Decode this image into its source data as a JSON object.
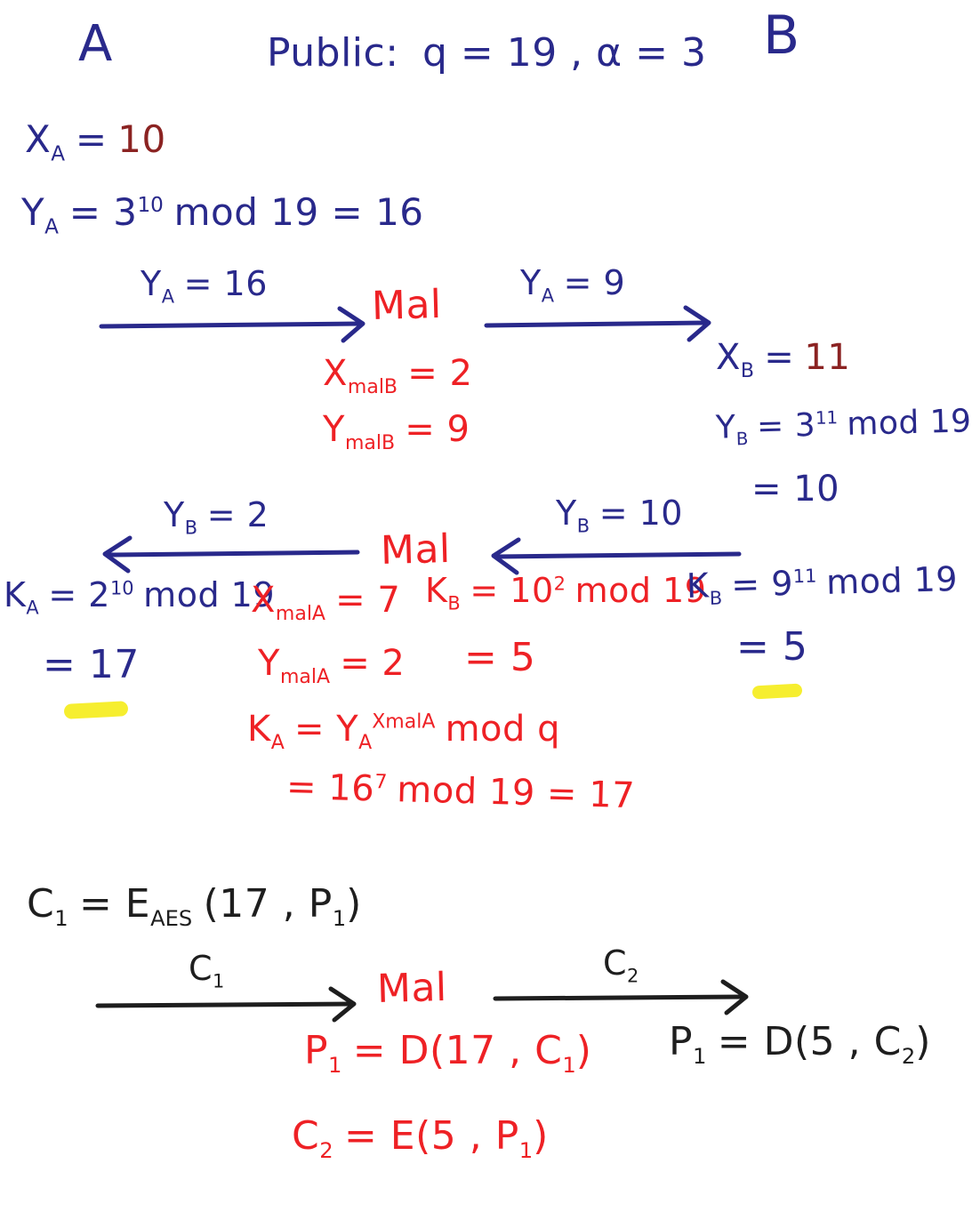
{
  "colors": {
    "ink_blue": "#29298b",
    "ink_red": "#ee2125",
    "ink_maroon": "#8b2322",
    "ink_black": "#1e1e1e",
    "highlight_yellow": "#f6ee2f"
  },
  "header": {
    "party_a": "A",
    "public_prefix": "Public:",
    "public_params": "q = 19 , α = 3",
    "party_b": "B"
  },
  "alice": {
    "xa_base": "X",
    "xa_sub": "A",
    "xa_eq": "=",
    "xa_val": "10",
    "ya_base": "Y",
    "ya_sub": "A",
    "ya_eq": "= 3",
    "ya_exp": "10",
    "ya_rest": "mod 19 = 16",
    "ka_base": "K",
    "ka_sub": "A",
    "ka_eq": "= 2",
    "ka_exp": "10",
    "ka_rest": "mod 19",
    "ka_result": "= 17"
  },
  "bob": {
    "xb_base": "X",
    "xb_sub": "B",
    "xb_eq": "=",
    "xb_val": "11",
    "yb_base": "Y",
    "yb_sub": "B",
    "yb_eq": "= 3",
    "yb_exp": "11",
    "yb_rest": "mod 19",
    "yb_result": "= 10",
    "kb_base": "K",
    "kb_sub": "B",
    "kb_eq": "= 9",
    "kb_exp": "11",
    "kb_rest": "mod 19",
    "kb_result": "= 5"
  },
  "mal": {
    "name1": "Mal",
    "name2": "Mal",
    "name3": "Mal",
    "xb_base": "X",
    "xb_sub": "malB",
    "xb_rest": "= 2",
    "yb_base": "Y",
    "yb_sub": "malB",
    "yb_rest": "= 9",
    "xa_base": "X",
    "xa_sub": "malA",
    "xa_rest": "= 7",
    "ya_base": "Y",
    "ya_sub": "malA",
    "ya_rest": "= 2",
    "kb_base": "K",
    "kb_sub": "B",
    "kb_eq": "= 10",
    "kb_exp": "2",
    "kb_rest": "mod 19",
    "kb_result": "= 5",
    "ka1_base": "K",
    "ka1_sub": "A",
    "ka1_eq": "= Y",
    "ka1_sub2": "A",
    "ka1_exp": "XmalA",
    "ka1_rest": "mod q",
    "ka2_pre": "= 16",
    "ka2_exp": "7",
    "ka2_rest": "mod 19 = 17"
  },
  "arrows": {
    "msg1_base": "Y",
    "msg1_sub": "A",
    "msg1_rest": "= 16",
    "msg2_base": "Y",
    "msg2_sub": "A",
    "msg2_rest": "=  9",
    "msg3_base": "Y",
    "msg3_sub": "B",
    "msg3_rest": "= 2",
    "msg4_base": "Y",
    "msg4_sub": "B",
    "msg4_rest": "= 10",
    "msg5_base": "C",
    "msg5_sub": "1",
    "msg6_base": "C",
    "msg6_sub": "2"
  },
  "aes": {
    "c1_base": "C",
    "c1_sub": "1",
    "c1_eq": "= E",
    "c1_sub2": "AES",
    "c1_args": "(17 , P",
    "c1_sub3": "1",
    "c1_close": ")",
    "p1mal_base": "P",
    "p1mal_sub": "1",
    "p1mal_rest": "= D(17 , C",
    "p1mal_sub2": "1",
    "p1mal_close": ")",
    "c2mal_base": "C",
    "c2mal_sub": "2",
    "c2mal_rest": "= E(5 , P",
    "c2mal_sub2": "1",
    "c2mal_close": ")",
    "p1b_base": "P",
    "p1b_sub": "1",
    "p1b_rest": "= D(5 , C",
    "p1b_sub2": "2",
    "p1b_close": ")"
  }
}
